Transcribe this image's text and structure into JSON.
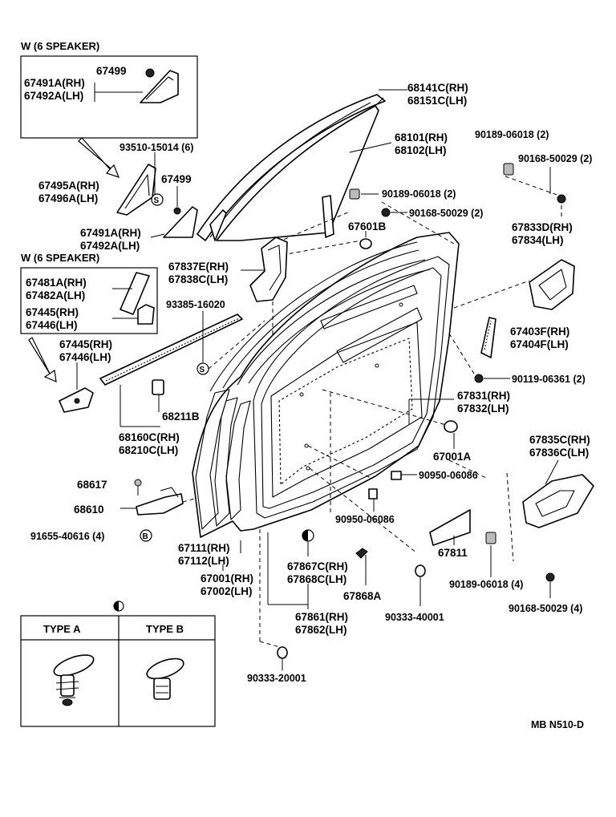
{
  "diagram_code": "MB N510-D",
  "insets": {
    "top_title": "W (6 SPEAKER)",
    "mid_title": "W (6 SPEAKER)"
  },
  "type_table": {
    "col_a": "TYPE A",
    "col_b": "TYPE B"
  },
  "labels": {
    "p67499a": "67499",
    "p67491a": "67491A(RH)",
    "p67492a": "67492A(LH)",
    "p93510": "93510-15014 (6)",
    "p67495a": "67495A(RH)",
    "p67496a": "67496A(LH)",
    "p67499b": "67499",
    "p67491b": "67491A(RH)",
    "p67492b": "67492A(LH)",
    "p67481": "67481A(RH)",
    "p67482": "67482A(LH)",
    "p67445a": "67445(RH)",
    "p67446a": "67446(LH)",
    "p93385": "93385-16020",
    "p67445b": "67445(RH)",
    "p67446b": "67446(LH)",
    "p68211": "68211B",
    "p68160": "68160C(RH)",
    "p68210": "68210C(LH)",
    "p68617": "68617",
    "p68610": "68610",
    "p91655": "91655-40616 (4)",
    "p68141": "68141C(RH)",
    "p68151": "68151C(LH)",
    "p68101": "68101(RH)",
    "p68102": "68102(LH)",
    "p90189a": "90189-06018 (2)",
    "p90168a": "90168-50029 (2)",
    "p90189b": "90189-06018 (2)",
    "p90168b": "90168-50029 (2)",
    "p67601": "67601B",
    "p67837": "67837E(RH)",
    "p67838": "67838C(LH)",
    "p67833": "67833D(RH)",
    "p67834": "67834(LH)",
    "p67403": "67403F(RH)",
    "p67404": "67404F(LH)",
    "p90119": "90119-06361 (2)",
    "p67831": "67831(RH)",
    "p67832": "67832(LH)",
    "p67001a": "67001A",
    "p67835": "67835C(RH)",
    "p67836": "67836C(LH)",
    "p90950a": "90950-06086",
    "p90950b": "90950-06086",
    "p67111": "67111(RH)",
    "p67112": "67112(LH)",
    "p67001": "67001(RH)",
    "p67002": "67002(LH)",
    "p67867": "67867C(RH)",
    "p67868": "67868C(LH)",
    "p67868a": "67868A",
    "p67861": "67861(RH)",
    "p67862": "67862(LH)",
    "p67811": "67811",
    "p90189c": "90189-06018 (4)",
    "p90168c": "90168-50029 (4)",
    "p90333a": "90333-40001",
    "p90333b": "90333-20001"
  }
}
